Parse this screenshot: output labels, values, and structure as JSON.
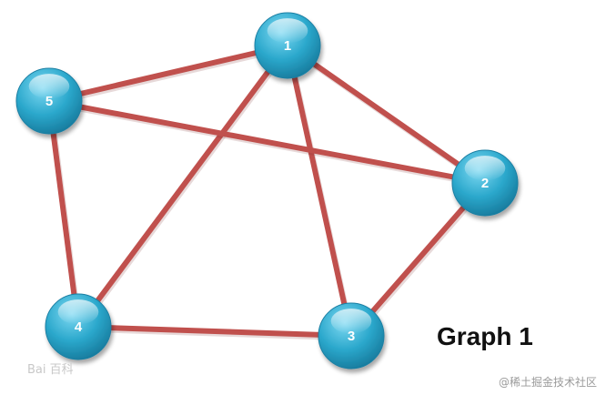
{
  "title": "Graph 1",
  "colors": {
    "edge": "#c0504d",
    "node": "#2ba8cc",
    "node_label": "#ffffff"
  },
  "nodes": [
    {
      "id": "1",
      "label": "1"
    },
    {
      "id": "2",
      "label": "2"
    },
    {
      "id": "3",
      "label": "3"
    },
    {
      "id": "4",
      "label": "4"
    },
    {
      "id": "5",
      "label": "5"
    }
  ],
  "edges": [
    {
      "from": "1",
      "to": "5"
    },
    {
      "from": "1",
      "to": "2"
    },
    {
      "from": "1",
      "to": "3"
    },
    {
      "from": "1",
      "to": "4"
    },
    {
      "from": "5",
      "to": "2"
    },
    {
      "from": "5",
      "to": "4"
    },
    {
      "from": "4",
      "to": "3"
    },
    {
      "from": "3",
      "to": "2"
    }
  ],
  "watermarks": {
    "left": "Bai 百科",
    "right": "@稀土掘金技术社区"
  }
}
